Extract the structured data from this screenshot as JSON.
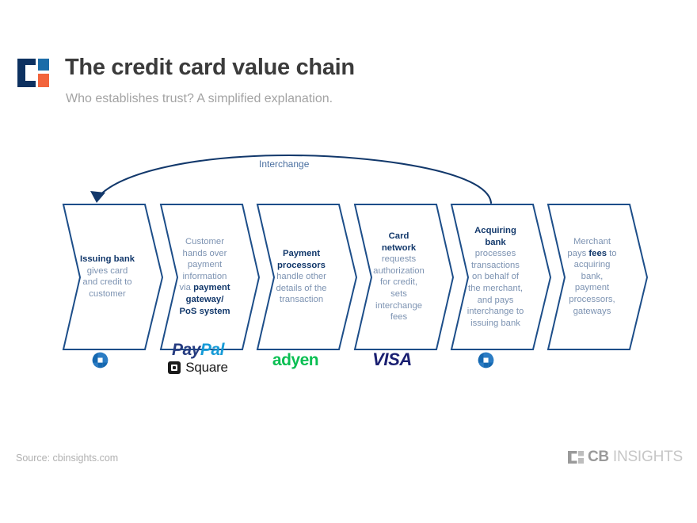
{
  "header": {
    "title": "The credit card value chain",
    "subtitle": "Who establishes trust? A simplified explanation.",
    "logo_icon": "cbinsights-logo-icon",
    "logo_colors": {
      "navy": "#0d3160",
      "blue": "#1b6ca8",
      "orange": "#f2643c"
    }
  },
  "diagram": {
    "type": "process-flow-chevrons",
    "accent_color": "#12386b",
    "body_text_color": "#7d93b2",
    "interchange_arrow": {
      "label": "Interchange",
      "from_stage": 5,
      "to_stage": 1,
      "direction": "right-to-left"
    },
    "stages": [
      {
        "index": 1,
        "id": "issuing-bank",
        "lines": [
          {
            "text": "Issuing bank",
            "bold": true
          },
          {
            "text": "gives card",
            "bold": false
          },
          {
            "text": "and credit to",
            "bold": false
          },
          {
            "text": "customer",
            "bold": false
          }
        ],
        "logos": [
          {
            "name": "chase-logo",
            "label": "Chase",
            "type": "mark"
          }
        ]
      },
      {
        "index": 2,
        "id": "customer-gateway",
        "lines": [
          {
            "text": "Customer",
            "bold": false
          },
          {
            "text": "hands over",
            "bold": false
          },
          {
            "text": "payment",
            "bold": false
          },
          {
            "text": "information",
            "bold": false
          },
          {
            "text": "via ",
            "bold": false,
            "trailing_bold": "payment"
          },
          {
            "text": "gateway/",
            "bold": true
          },
          {
            "text": "PoS system",
            "bold": true
          }
        ],
        "logos": [
          {
            "name": "paypal-logo",
            "label": "PayPal",
            "type": "wordmark"
          },
          {
            "name": "square-logo",
            "label": "Square",
            "type": "wordmark"
          }
        ]
      },
      {
        "index": 3,
        "id": "payment-processors",
        "lines": [
          {
            "text": "Payment",
            "bold": true
          },
          {
            "text": "processors",
            "bold": true
          },
          {
            "text": "handle other",
            "bold": false
          },
          {
            "text": "details of the",
            "bold": false
          },
          {
            "text": "transaction",
            "bold": false
          }
        ],
        "logos": [
          {
            "name": "adyen-logo",
            "label": "adyen",
            "type": "wordmark"
          }
        ]
      },
      {
        "index": 4,
        "id": "card-network",
        "lines": [
          {
            "text": "Card",
            "bold": true
          },
          {
            "text": "network",
            "bold": true
          },
          {
            "text": "requests",
            "bold": false
          },
          {
            "text": "authorization",
            "bold": false
          },
          {
            "text": "for credit,",
            "bold": false
          },
          {
            "text": "sets",
            "bold": false
          },
          {
            "text": "interchange",
            "bold": false
          },
          {
            "text": "fees",
            "bold": false
          }
        ],
        "logos": [
          {
            "name": "visa-logo",
            "label": "VISA",
            "type": "wordmark"
          }
        ]
      },
      {
        "index": 5,
        "id": "acquiring-bank",
        "lines": [
          {
            "text": "Acquiring",
            "bold": true
          },
          {
            "text": "bank",
            "bold": true
          },
          {
            "text": "processes",
            "bold": false
          },
          {
            "text": "transactions",
            "bold": false
          },
          {
            "text": "on behalf of",
            "bold": false
          },
          {
            "text": "the merchant,",
            "bold": false
          },
          {
            "text": "and pays",
            "bold": false
          },
          {
            "text": "interchange to",
            "bold": false
          },
          {
            "text": "issuing bank",
            "bold": false
          }
        ],
        "logos": [
          {
            "name": "chase-logo",
            "label": "Chase",
            "type": "mark"
          }
        ]
      },
      {
        "index": 6,
        "id": "merchant-fees",
        "lines": [
          {
            "text": "Merchant",
            "bold": false
          },
          {
            "text": "pays fees to",
            "bold": false
          },
          {
            "text": "acquiring",
            "bold": false
          },
          {
            "text": "bank,",
            "bold": false
          },
          {
            "text": "payment",
            "bold": false
          },
          {
            "text": "processors,",
            "bold": false
          },
          {
            "text": "gateways",
            "bold": false
          }
        ],
        "logos": []
      }
    ]
  },
  "stage_html": {
    "s1": "<b>Issuing bank</b><br>gives card<br>and credit to<br>customer",
    "s2": "Customer<br>hands over<br>payment<br>information<br>via <b>payment</b><br><b>gateway/</b><br><b>PoS system</b>",
    "s3": "<b>Payment</b><br><b>processors</b><br>handle other<br>details of the<br>transaction",
    "s4": "<b>Card</b><br><b>network</b><br>requests<br>authorization<br>for credit,<br>sets<br>interchange<br>fees",
    "s5": "<b>Acquiring</b><br><b>bank</b><br>processes<br>transactions<br>on behalf of<br>the merchant,<br>and pays<br>interchange to<br>issuing bank",
    "s6": "Merchant<br>pays <b>fees</b> to<br>acquiring<br>bank,<br>payment<br>processors,<br>gateways"
  },
  "logos": {
    "paypal_pay": "Pay",
    "paypal_pal": "Pal",
    "square_label": "Square",
    "adyen_label": "adyen",
    "visa_label": "VISA"
  },
  "footer": {
    "source": "Source: cbinsights.com",
    "brand_cb": "CB",
    "brand_insights": "INSIGHTS",
    "brand_icon": "cbinsights-logo-icon",
    "text_color": "#b0b0b0"
  }
}
